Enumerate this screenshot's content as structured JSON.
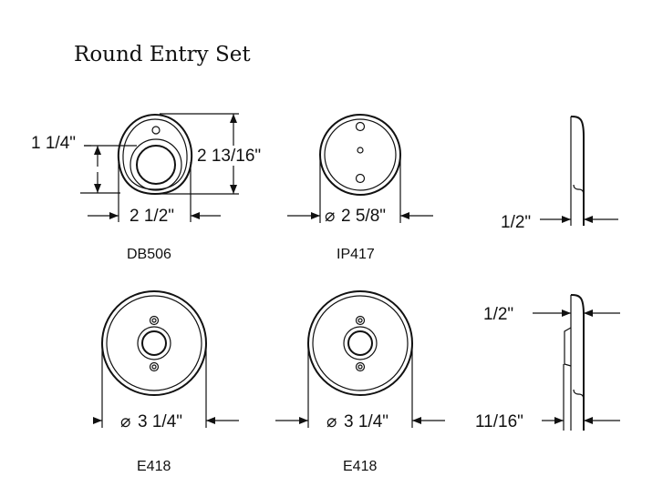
{
  "title": "Round Entry Set",
  "items": {
    "db506": {
      "caption": "DB506",
      "dim_height": "1 1/4\"",
      "dim_total": "2 13/16\"",
      "dim_width": "2 1/2\""
    },
    "ip417": {
      "caption": "IP417",
      "dim_diameter": "2 5/8\""
    },
    "side_top": {
      "dim_thickness": "1/2\""
    },
    "e418_left": {
      "caption": "E418",
      "dim_diameter": "3 1/4\""
    },
    "e418_right": {
      "caption": "E418",
      "dim_diameter": "3 1/4\""
    },
    "side_bottom": {
      "dim_top": "1/2\"",
      "dim_bottom": "11/16\""
    }
  },
  "diameter_symbol": "⌀"
}
